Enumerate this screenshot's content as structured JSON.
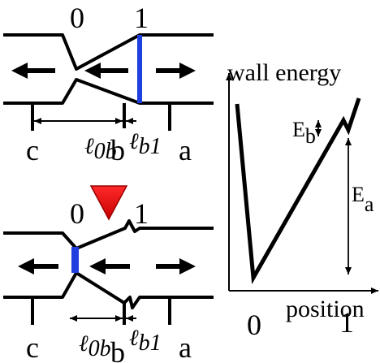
{
  "top_wall": {
    "site_0": "0",
    "site_1": "1",
    "site_a": "a",
    "site_b": "b",
    "site_c": "c",
    "ell": "ℓ",
    "sub_0b": "0b",
    "sub_b1": "b1"
  },
  "bottom_wall": {
    "site_0": "0",
    "site_1": "1",
    "site_a": "a",
    "site_b": "b",
    "site_c": "c",
    "ell": "ℓ",
    "sub_0b": "0b",
    "sub_b1": "b1"
  },
  "energy_plot": {
    "ylabel": "wall energy",
    "xlabel": "position",
    "tick_0": "0",
    "tick_1": "1",
    "eb_main": "E",
    "eb_sub": "b",
    "ea_main": "E",
    "ea_sub": "a"
  },
  "colors": {
    "wall": "#1f3fe0",
    "arrow_down": "#e01010",
    "ink": "#000000"
  }
}
